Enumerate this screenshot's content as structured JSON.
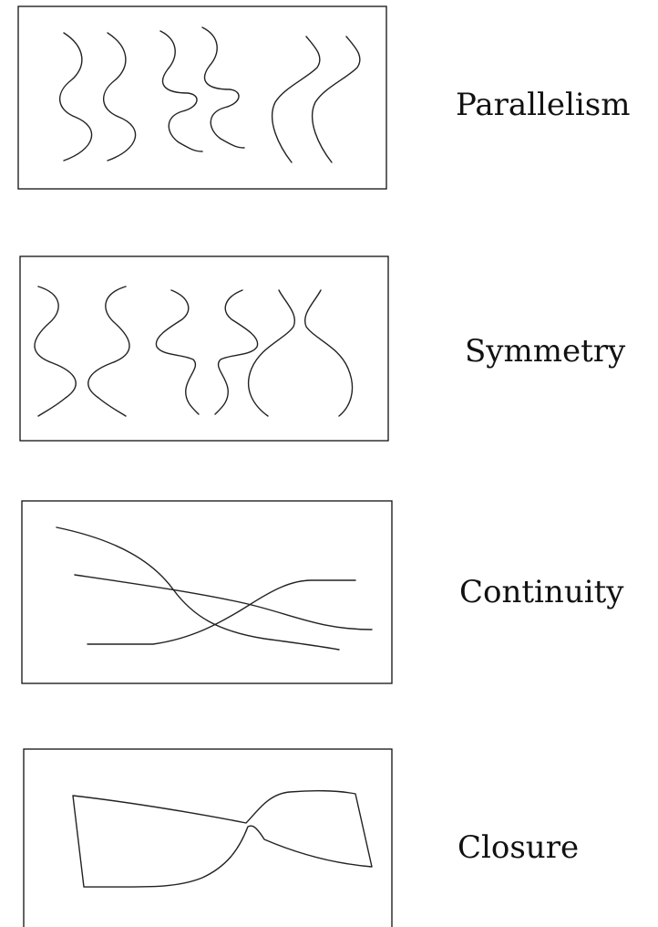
{
  "panels": [
    {
      "id": "parallelism",
      "label": "Parallelism"
    },
    {
      "id": "symmetry",
      "label": "Symmetry"
    },
    {
      "id": "continuity",
      "label": "Continuity"
    },
    {
      "id": "closure",
      "label": "Closure"
    }
  ],
  "colors": {
    "stroke": "#222222",
    "box": "#111111",
    "background": "#ffffff"
  }
}
